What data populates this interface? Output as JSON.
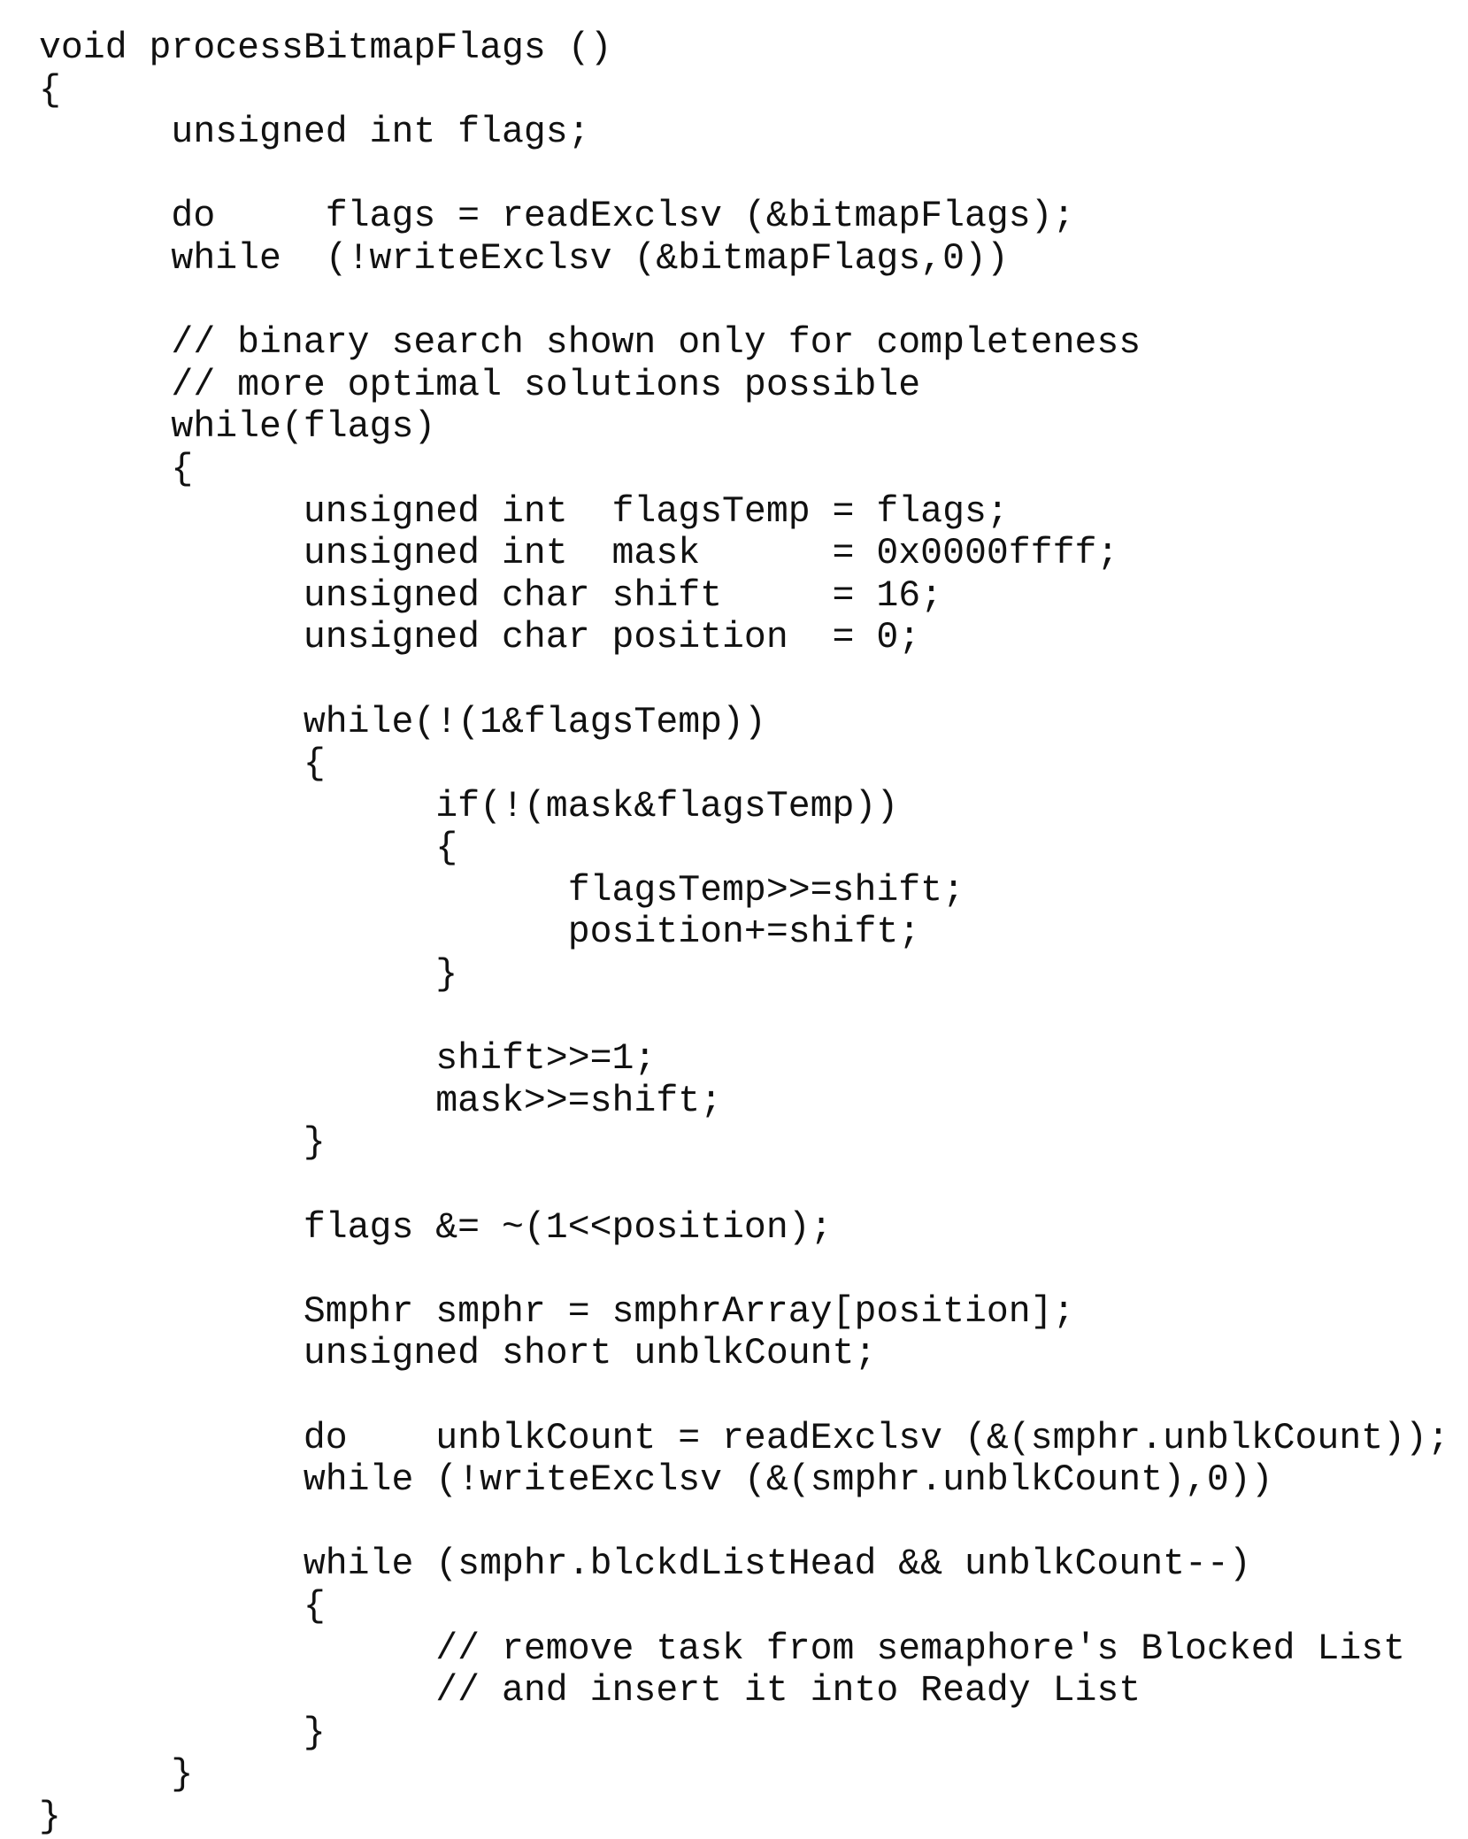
{
  "code": {
    "lines": [
      "void processBitmapFlags ()",
      "{",
      "      unsigned int flags;",
      "",
      "      do     flags = readExclsv (&bitmapFlags);",
      "      while  (!writeExclsv (&bitmapFlags,0))",
      "",
      "      // binary search shown only for completeness",
      "      // more optimal solutions possible",
      "      while(flags)",
      "      {",
      "            unsigned int  flagsTemp = flags;",
      "            unsigned int  mask      = 0x0000ffff;",
      "            unsigned char shift     = 16;",
      "            unsigned char position  = 0;",
      "",
      "            while(!(1&flagsTemp))",
      "            {",
      "                  if(!(mask&flagsTemp))",
      "                  {",
      "                        flagsTemp>>=shift;",
      "                        position+=shift;",
      "                  }",
      "",
      "                  shift>>=1;",
      "                  mask>>=shift;",
      "            }",
      "",
      "            flags &= ~(1<<position);",
      "",
      "            Smphr smphr = smphrArray[position];",
      "            unsigned short unblkCount;",
      "",
      "            do    unblkCount = readExclsv (&(smphr.unblkCount));",
      "            while (!writeExclsv (&(smphr.unblkCount),0))",
      "",
      "            while (smphr.blckdListHead && unblkCount--)",
      "            {",
      "                  // remove task from semaphore's Blocked List",
      "                  // and insert it into Ready List",
      "            }",
      "      }",
      "}"
    ]
  }
}
